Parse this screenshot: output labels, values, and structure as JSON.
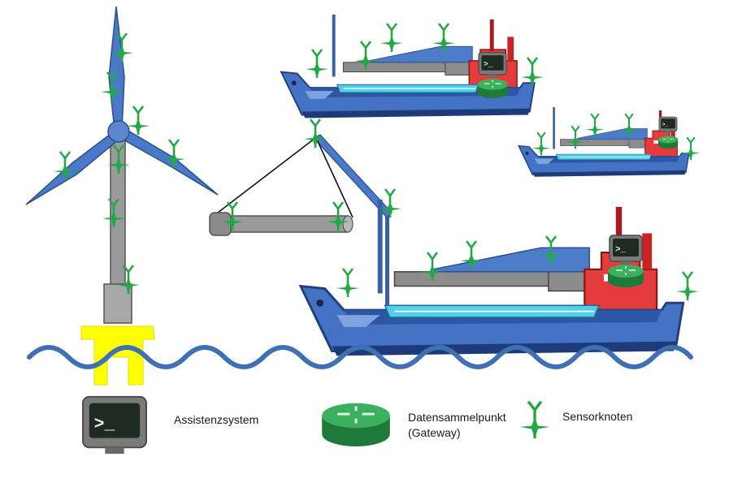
{
  "legend": {
    "assistance_system": "Assistenzsystem",
    "gateway_line1": "Datensammelpunkt",
    "gateway_line2": "(Gateway)",
    "sensor_node": "Sensorknoten"
  },
  "terminal_prompt": ">_",
  "colors": {
    "hull_blue": "#4472c4",
    "hull_dark": "#24407a",
    "deck_cyan": "#4fd0e8",
    "superstructure_red": "#e43c3c",
    "superstructure_dark": "#a81c1c",
    "gateway_green": "#2e9c4e",
    "sensor_green": "#22a845",
    "turbine_blue": "#4a7ac7",
    "foundation_yellow": "#ffff00",
    "pile_gray": "#9a9a9a",
    "water_blue": "#3f6fb5"
  },
  "icons": [
    "wind-turbine-icon",
    "ship-icon",
    "crane-icon",
    "monopile-icon",
    "terminal-icon",
    "gateway-router-icon",
    "sensor-node-icon",
    "wave-icon"
  ]
}
